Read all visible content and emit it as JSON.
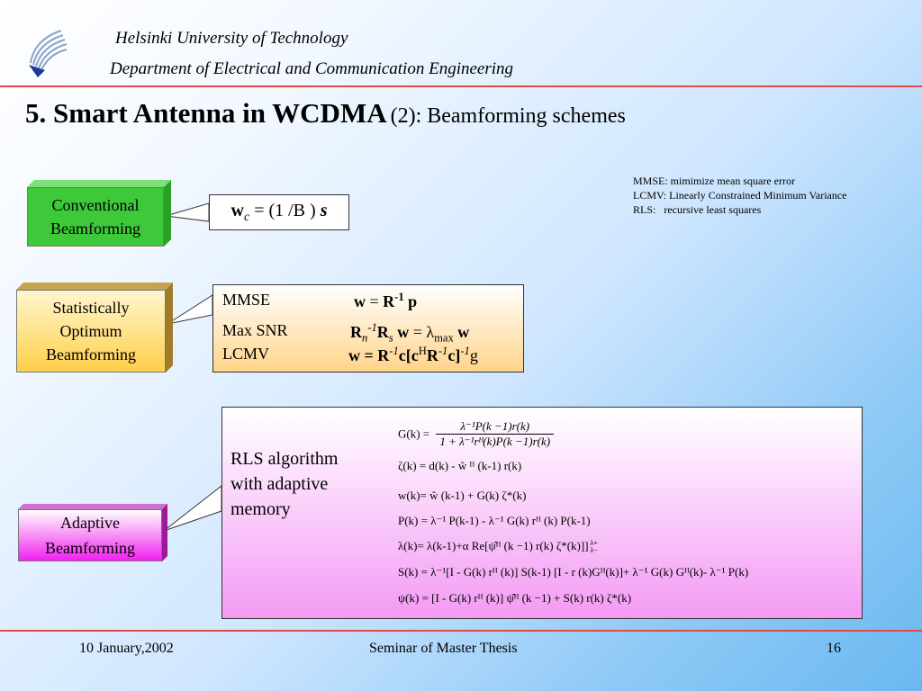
{
  "header": {
    "university": "Helsinki University of Technology",
    "department": "Department of Electrical and Communication Engineering"
  },
  "title": {
    "main": "5. Smart Antenna in WCDMA",
    "suffix": "(2):  Beamforming schemes"
  },
  "notes": [
    "MMSE: mimimize mean square error",
    "LCMV: Linearly Constrained Minimum Variance",
    "RLS:   recursive least squares"
  ],
  "boxes": {
    "conventional": [
      "Conventional",
      "Beamforming"
    ],
    "statistical": [
      "Statistically",
      "Optimum",
      "Beamforming"
    ],
    "adaptive": [
      "Adaptive",
      "Beamforming"
    ]
  },
  "conventional_formula": {
    "w": "w",
    "c": "c",
    "eq": " = (1 /B ) ",
    "s": "s"
  },
  "optimum": {
    "mmse_label": "MMSE",
    "maxsnr_label": "Max SNR",
    "lcmv_label": "LCMV",
    "mmse_w": "w",
    "mmse_eq": " = ",
    "mmse_R": "R",
    "mmse_exp": "-1",
    "mmse_p": " p",
    "snr_R": "R",
    "snr_n": "n",
    "snr_exp": "-1",
    "snr_R2": "R",
    "snr_s": "s",
    "snr_w": " w",
    "snr_eq": " = λ",
    "snr_max": "max",
    "snr_w2": " w",
    "lcmv_w": "w = R",
    "lcmv_exp1": "-1",
    "lcmv_c": "c[c",
    "lcmv_H": "H",
    "lcmv_R": "R",
    "lcmv_exp2": "-1",
    "lcmv_c2": "c]",
    "lcmv_exp3": "-1",
    "lcmv_g": "g"
  },
  "rls": {
    "label": [
      "RLS algorithm",
      "with adaptive",
      "memory"
    ],
    "g_lhs": "G(k) =",
    "g_num": "λ⁻¹P(k −1)r(k)",
    "g_den": "1 + λ⁻¹rᴴ(k)P(k −1)r(k)",
    "eq2": "ζ(k)  = d(k) -  ŵ ᴴ (k-1) r(k)",
    "eq3": "w(k)=  ŵ (k-1) + G(k) ζ*(k)",
    "eq4": "P(k) = λ⁻¹ P(k-1) - λ⁻¹ G(k) rᴴ (k) P(k-1)",
    "eq5": "λ(k)= λ(k-1)+α Re[ψ̂ᴴ (k −1) r(k) ζ*(k)]]",
    "eq5_bounds": "λ+",
    "eq5_bounds_low": "λ−",
    "eq6": "S(k) = λ⁻¹[I - G(k) rᴴ (k)] S(k-1) [I - r (k)Gᴴ(k)]+ λ⁻¹ G(k) Gᴴ(k)- λ⁻¹ P(k)",
    "eq7": "ψ(k) = [I - G(k) rᴴ (k)] ψ̂ᴴ (k −1) + S(k) r(k) ζ*(k)"
  },
  "footer": {
    "date": "10 January,2002",
    "seminar": "Seminar of Master Thesis",
    "page": "16"
  },
  "colors": {
    "rule": "#e24a4a",
    "green": "#3ec93a",
    "yellow": "#ffe08a",
    "magenta": "#f020f0"
  }
}
